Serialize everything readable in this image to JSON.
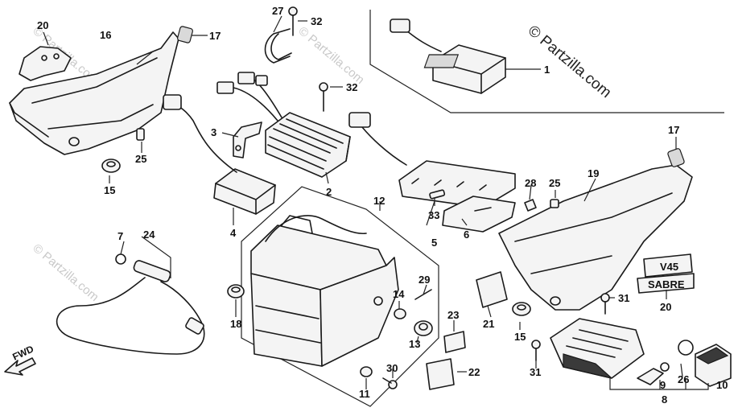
{
  "copyright": "© Partzilla.com",
  "watermark": "© Partzilla.com",
  "fwd_label": "FWD",
  "emblem_top": "V45",
  "emblem_bottom": "SABRE",
  "callouts": {
    "c1": "1",
    "c2": "2",
    "c3": "3",
    "c4": "4",
    "c5": "5",
    "c6": "6",
    "c7": "7",
    "c8": "8",
    "c9": "9",
    "c10": "10",
    "c11": "11",
    "c12": "12",
    "c13": "13",
    "c14": "14",
    "c15a": "15",
    "c15b": "15",
    "c16": "16",
    "c17a": "17",
    "c17b": "17",
    "c18": "18",
    "c19": "19",
    "c20a": "20",
    "c20b": "20",
    "c21": "21",
    "c22": "22",
    "c23": "23",
    "c24": "24",
    "c25a": "25",
    "c25b": "25",
    "c26": "26",
    "c27": "27",
    "c28": "28",
    "c29": "29",
    "c30": "30",
    "c31a": "31",
    "c31b": "31",
    "c32a": "32",
    "c32b": "32",
    "c33": "33"
  }
}
